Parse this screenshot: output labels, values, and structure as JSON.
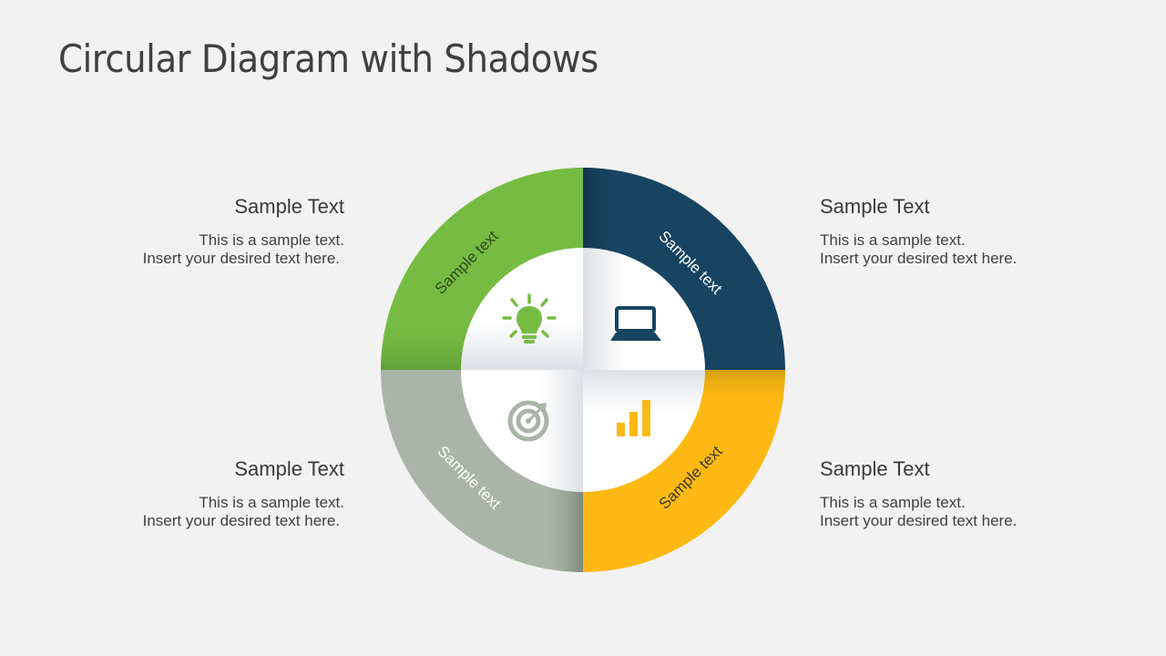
{
  "title": "Circular Diagram with Shadows",
  "colors": {
    "background": "#f2f2f2",
    "green": "#76bc43",
    "navy": "#174461",
    "gray": "#abb4a8",
    "yellow": "#fdb913",
    "center": "#ffffff",
    "text": "#404040"
  },
  "segments": [
    {
      "position": "top-left",
      "label": "Sample text",
      "color": "#76bc43",
      "icon": "lightbulb-icon"
    },
    {
      "position": "top-right",
      "label": "Sample text",
      "color": "#174461",
      "icon": "laptop-icon"
    },
    {
      "position": "bottom-left",
      "label": "Sample text",
      "color": "#abb4a8",
      "icon": "target-icon"
    },
    {
      "position": "bottom-right",
      "label": "Sample text",
      "color": "#fdb913",
      "icon": "bar-chart-icon"
    }
  ],
  "blocks": {
    "top_left": {
      "heading": "Sample Text",
      "line1": "This is a sample text.",
      "line2": "Insert your desired text here."
    },
    "top_right": {
      "heading": "Sample Text",
      "line1": "This is a sample text.",
      "line2": "Insert your desired text here."
    },
    "bottom_left": {
      "heading": "Sample Text",
      "line1": "This is a sample text.",
      "line2": "Insert your desired text here."
    },
    "bottom_right": {
      "heading": "Sample Text",
      "line1": "This is a sample text.",
      "line2": "Insert your desired text here."
    }
  }
}
